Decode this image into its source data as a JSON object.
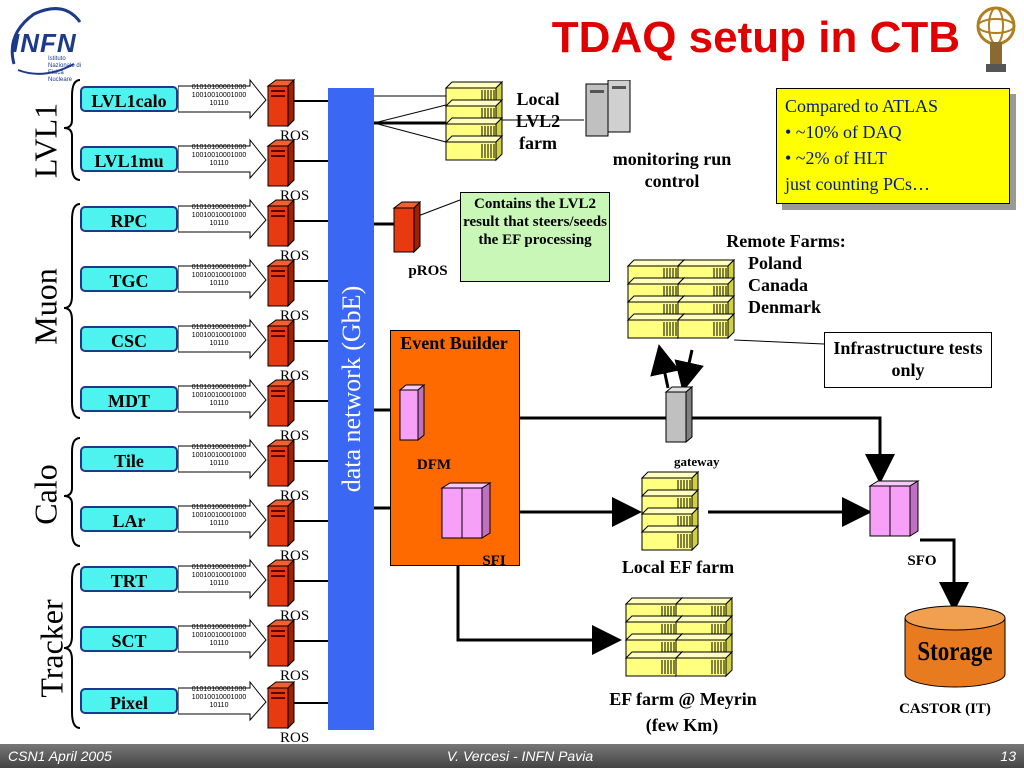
{
  "title": "TDAQ setup in CTB",
  "logo": {
    "text": "INFN",
    "sub": "Istituto Nazionale di Fisica Nucleare"
  },
  "groups": [
    {
      "name": "LVL1",
      "detectors": [
        "LVL1calo",
        "LVL1mu"
      ]
    },
    {
      "name": "Muon",
      "detectors": [
        "RPC",
        "TGC",
        "CSC",
        "MDT"
      ]
    },
    {
      "name": "Calo",
      "detectors": [
        "Tile",
        "LAr"
      ]
    },
    {
      "name": "Tracker",
      "detectors": [
        "TRT",
        "SCT",
        "Pixel"
      ]
    }
  ],
  "detectors": [
    "LVL1calo",
    "LVL1mu",
    "RPC",
    "TGC",
    "CSC",
    "MDT",
    "Tile",
    "LAr",
    "TRT",
    "SCT",
    "Pixel"
  ],
  "bitstream": [
    "01010100001000",
    "10010010001000",
    "10110"
  ],
  "ros_label": "ROS",
  "network_label": "data network (GbE)",
  "local_lvl2": "Local LVL2 farm",
  "monitoring": "monitoring run control",
  "pros": "pROS",
  "note": "Contains the LVL2 result that steers/seeds the EF processing",
  "event_builder": "Event Builder",
  "dfm": "DFM",
  "sfi": "SFI",
  "remote_farms": {
    "title": "Remote Farms:",
    "sites": [
      "Poland",
      "Canada",
      "Denmark"
    ]
  },
  "infrastructure": "Infrastructure tests only",
  "gateway": "gateway",
  "local_ef": "Local EF farm",
  "sfo": "SFO",
  "ef_meyrin": "EF farm @ Meyrin",
  "ef_meyrin_sub": "(few Km)",
  "storage": "Storage",
  "castor": "CASTOR (IT)",
  "comparison": {
    "heading": "Compared to ATLAS",
    "items": [
      "• ~10% of DAQ",
      "• ~2% of HLT"
    ],
    "footer": "just counting PCs…"
  },
  "footer": {
    "left": "CSN1 April 2005",
    "center": "V. Vercesi - INFN Pavia",
    "page": "13"
  },
  "colors": {
    "title": "#e00000",
    "network": "#3b67f5",
    "event_builder": "#ff6a00",
    "detector": "#4ef2ee",
    "ros": "#e83a10",
    "farm": "#ffff80",
    "pc_pink": "#f7a0f7",
    "storage": "#e87a20",
    "note_box": "#ffff00"
  }
}
